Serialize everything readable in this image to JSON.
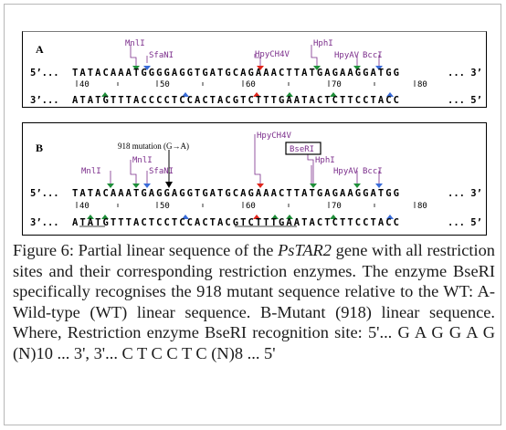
{
  "panel_a": {
    "label": "A",
    "top_prefix": "5’...",
    "top_seq": "TATACAAATGGGGAGGTGATGCAGAAACTTATGAGAAGGATGG",
    "top_suffix": "... 3’",
    "bottom_prefix": "3’...",
    "bottom_seq": "ATATGTTTACCCCTCCACTACGTCTTTGAATACTCTTCCTACC",
    "bottom_suffix": "... 5’",
    "ticks": [
      "40",
      "50",
      "60",
      "70",
      "80"
    ],
    "enzymes": [
      "MnlI",
      "SfaNI",
      "HpyCH4V",
      "HphI",
      "HpyAV",
      "BccI"
    ]
  },
  "panel_b": {
    "label": "B",
    "mutation_note": "918 mutation (G→A)",
    "top_prefix": "5’...",
    "top_seq": "TATACAAATGAGGAGGTGATGCAGAAACTTATGAGAAGGATGG",
    "top_suffix": "... 3’",
    "bottom_prefix": "3’...",
    "bottom_seq": "ATATGTTTACTCCTCCACTACGTCTTTGAATACTCTTCCTACC",
    "bottom_suffix": "... 5’",
    "ticks": [
      "40",
      "50",
      "60",
      "70",
      "80"
    ],
    "enzymes": [
      "MnlI",
      "MnlI",
      "SfaNI",
      "HpyCH4V",
      "BseRI",
      "HphI",
      "HpyAV",
      "BccI"
    ]
  },
  "caption": {
    "fig_label": "Figure 6",
    "part1": ": Partial linear sequence of the ",
    "gene": "PsTAR2",
    "part2": " gene with all restriction sites and their corresponding restriction enzymes. The enzyme BseRI specifically recognises the 918 mutant sequence relative to the WT: ",
    "a": "A",
    "part3": "-Wild-type (WT) linear sequence. ",
    "b": "B",
    "part4": "-Mutant (918) linear sequence. Where, Restriction enzyme BseRI recognition site: 5'... G A G G A G (N)10 ... 3', 3'... C T C C T C (N)8 ... 5'"
  },
  "colors": {
    "enzyme_label": "#7b2d8b",
    "arrow_green": "#1f8f3a",
    "arrow_red": "#e0251c",
    "arrow_blue": "#3a6cd8",
    "seq_text": "#000000"
  }
}
